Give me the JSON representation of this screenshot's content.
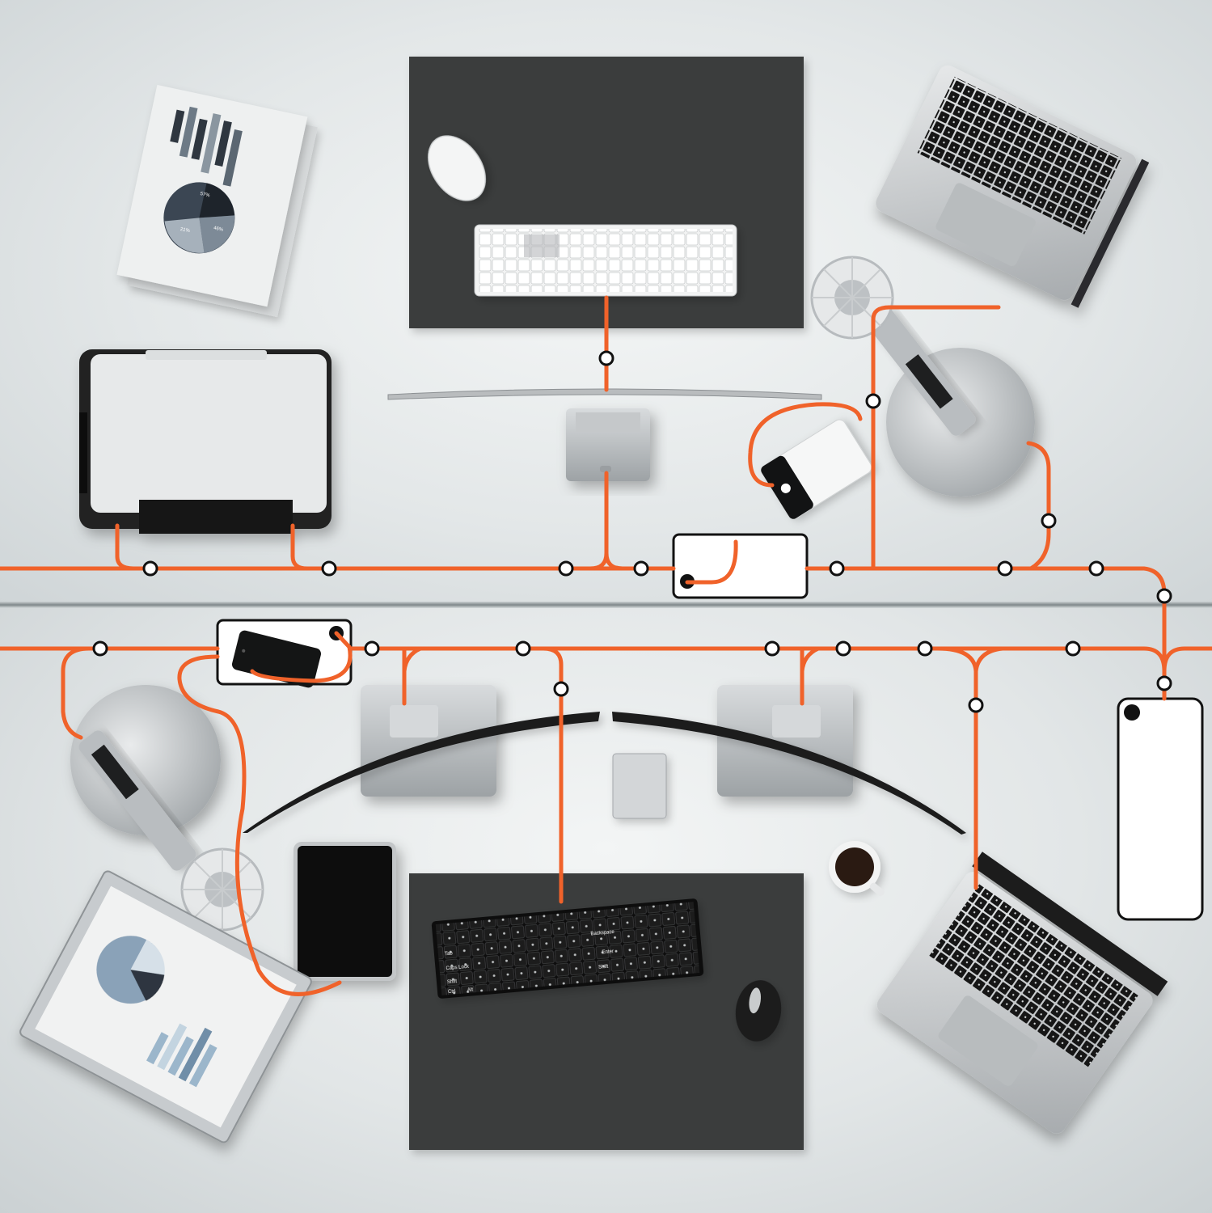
{
  "scene": {
    "description_type": "top-down office desk illustration with cable network",
    "colors": {
      "cable": "#f0622a",
      "desk": "#e3e7e8",
      "mat": "#3b3d3e",
      "device_dark": "#151617",
      "device_silver": "#c8cbcd",
      "node_fill": "#ffffff",
      "node_stroke": "#111111"
    }
  },
  "labels": {
    "keyboard_top": {
      "backspace": "Backspace",
      "tab": "Tab",
      "caps_lock": "Caps Lock",
      "shift": "Shift",
      "ctrl": "Ctrl",
      "alt": "Alt",
      "enter": "Enter",
      "right_shift": "Shift"
    },
    "chart_doc_top": {
      "slice_a": "57%",
      "slice_b": "46%",
      "slice_c": "21%"
    }
  },
  "icons": [
    "printer-icon",
    "monitor-icon",
    "laptop-icon",
    "desk-fan-icon",
    "phone-icon",
    "keyboard-icon",
    "mouse-icon",
    "tablet-icon",
    "coffee-cup-icon",
    "document-chart-icon",
    "power-bank-icon"
  ]
}
